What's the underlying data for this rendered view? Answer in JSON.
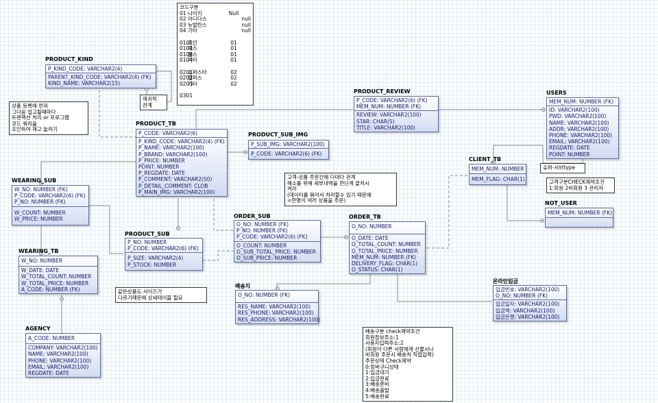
{
  "entities": {
    "product_kind": {
      "title": "PRODUCT_KIND",
      "keys": [
        "P_KIND_CODE: VARCHAR2(4)"
      ],
      "attrs": [
        "PARENT_KIND_CODE: VARCHAR2(4) (FK)",
        "KIND_NAME: VARCHAR2(15)"
      ]
    },
    "product_tb": {
      "title": "PRODUCT_TB",
      "keys": [
        "P_CODE: VARCHAR2(6)"
      ],
      "attrs": [
        "P_KIND_CODE: VARCHAR2(4) (FK)",
        "P_NAME: VARCHAR2(100)",
        "P_BRAND: VARCHAR2(100)",
        "P_PRICE: NUMBER",
        "POINT: NUMBER",
        "P_REGDATE: DATE",
        "P_COMMENT: VARCHAR2(50)",
        "P_DETAIL_COMMENT: CLOB",
        "P_MAIN_IMG: VARCHAR2(100)"
      ]
    },
    "product_sub_img": {
      "title": "PRODUCT_SUB_IMG",
      "keys": [
        "P_SUB_IMG: VARCHAR2(100)"
      ],
      "attrs": [
        "P_CODE: VARCHAR2(6) (FK)"
      ]
    },
    "product_review": {
      "title": "PRODUCT_REVIEW",
      "keys": [
        "P_CODE: VARCHAR2(6) (FK)",
        "MEM_NUM: NUMBER (FK)"
      ],
      "attrs": [
        "REVIEW: VARCHAR2(100)",
        "STAR: CHAR(5)",
        "TITLE: VARCHAR2(100)"
      ]
    },
    "users": {
      "title": "USERS",
      "keys": [
        "MEM_NUM: NUMBER (FK)"
      ],
      "attrs": [
        "ID: VARCHAR2(100)",
        "PWD: VARCHAR2(100)",
        "NAME: VARCHAR2(100)",
        "ADDR: VARCHAR2(100)",
        "PHONE: VARCHAR2(100)",
        "EMAIL: VARCHAR2(100)",
        "REGDATE: DATE",
        "POINT: NUMBER"
      ]
    },
    "client_tb": {
      "title": "CLIENT_TB",
      "keys": [
        "MEM_NUM: NUMBER"
      ],
      "attrs": [
        "MEM_FLAG: CHAR(1)"
      ]
    },
    "not_user": {
      "title": "NOT_USER",
      "keys": [
        "MEM_NUM: NUMBER (FK)"
      ],
      "attrs": []
    },
    "wearing_sub": {
      "title": "WEARING_SUB",
      "keys": [
        "W_NO: NUMBER (FK)",
        "P_CODE: VARCHAR2(6) (FK)",
        "P_NO: NUMBER (FK)"
      ],
      "attrs": [
        "W_COUNT: NUMBER",
        "W_PRICE: NUMBER"
      ]
    },
    "wearing_tb": {
      "title": "WEARING_TB",
      "keys": [
        "W_NO: NUMBER"
      ],
      "attrs": [
        "W_DATE: DATE",
        "W_TOTAL_COUNT: NUMBER",
        "W_TOTAL_PRICE: NUMBER",
        "A_CODE: NUMBER (FK)"
      ]
    },
    "agency": {
      "title": "AGENCY",
      "keys": [
        "A_CODE: NUMBER"
      ],
      "attrs": [
        "COMPANY: VARCHAR2(100)",
        "NAME: VARCHAR2(100)",
        "PHONE: VARCHAR2(100)",
        "EMAIL: VARCHAR2(100)",
        "REGDATE: DATE"
      ]
    },
    "product_sub": {
      "title": "PRODUCT_SUB",
      "keys": [
        "P_NO: NUMBER",
        "P_CODE: VARCHAR2(6) (FK)"
      ],
      "attrs": [
        "P_SIZE: VARCHAR2(4)",
        "P_STOCK: NUMBER"
      ]
    },
    "order_sub": {
      "title": "ORDER_SUB",
      "keys": [
        "O_NO: NUMBER (FK)",
        "P_NO: NUMBER (FK)",
        "P_CODE: VARCHAR2(6) (FK)"
      ],
      "attrs": [
        "O_COUNT: NUMBER",
        "O_SUB_TOTAL_PRICE: NUMBER",
        "O_SUB_PRICE: NUMBER"
      ]
    },
    "order_tb": {
      "title": "ORDER_TB",
      "keys": [
        "O_NO: NUMBER"
      ],
      "attrs": [
        "O_DATE: DATE",
        "O_TOTAL_COUNT: NUMBER",
        "O_TOTAL_PRICE: NUMBER",
        "MEM_NUM: NUMBER (FK)",
        "DELIVERY_FLAG: CHAR(1)",
        "O_STATUS: CHAR(1)"
      ]
    },
    "delivery": {
      "title": "배송지",
      "keys": [
        "O_NO: NUMBER (FK)"
      ],
      "attrs": [
        "RES_NAME: VARCHAR2(100)",
        "RES_PHONE: VARCHAR2(100)",
        "RES_ADDRESS: VARCHAR2(100)"
      ]
    },
    "deposit": {
      "title": "온라인입금",
      "keys": [
        "입금번호: VARCHAR2(100)",
        "O_NO: NUMBER (FK)"
      ],
      "attrs": [
        "입금일자: VARCHAR2(100)",
        "입금액: VARCHAR2(100)",
        "입금은행: VARCHAR2(100)"
      ]
    }
  },
  "notes": {
    "code_table": {
      "title": "코드구분",
      "rows": [
        [
          "01",
          "나이키",
          "Null"
        ],
        [
          "02",
          "아디다스",
          "null"
        ],
        [
          "03",
          "뉴발란스",
          "null"
        ],
        [
          "04",
          "기타",
          "null"
        ],
        [
          "",
          "",
          ""
        ],
        [
          "0101",
          "조던",
          "01"
        ],
        [
          "0102",
          "맥스",
          "01"
        ],
        [
          "0103",
          "폼스",
          "01"
        ],
        [
          "0104",
          "기타",
          "01"
        ],
        [
          "",
          "",
          ""
        ],
        [
          "0201",
          "슈퍼스타",
          "02"
        ],
        [
          "0202",
          "캠퍼스",
          "02"
        ],
        [
          "0203",
          "기타",
          "02"
        ],
        [
          "",
          "",
          ""
        ],
        [
          "0301",
          "",
          ""
        ]
      ]
    },
    "self_ref": [
      "재귀적",
      "관계"
    ],
    "product_reg": [
      "상품 등록에 먼저",
      "그다음 업고될때마다",
      "트랜잭션 처리 or 프로그램",
      "코드 쿼리을",
      "조인하여 재고 늘리기"
    ],
    "order_note": [
      "고객-상품 주문간에 다대다 관계",
      "해소를 위해 세부내역을 한단계 끝처시",
      "켜라",
      "(데이터를 묶어서 처리할수 있기 때문에",
      "=한명이 여러 상품을 주문)"
    ],
    "user_type": [
      "슈퍼-서브type"
    ],
    "client_check": [
      "고객구분CHECK제약조건",
      "1:회원 2비회원 3 관리자"
    ],
    "size_note": [
      "같은상품도 사이즈가",
      "다르기때문에 상세테이블 필요"
    ],
    "delivery_note": [
      "배송구분 check제약조건",
      "회원정보주소:1",
      "사용자입력주소:2",
      "(회원이 다른 사람에게 선물시나",
      "비회원 주문시 배송처 직접입력)",
      "주문상태 Check제약",
      "0:장바구니상태",
      "1:입금대기",
      "2:입금완료",
      "3:배송준비",
      "4:배송출발",
      "5:배송완료"
    ]
  }
}
